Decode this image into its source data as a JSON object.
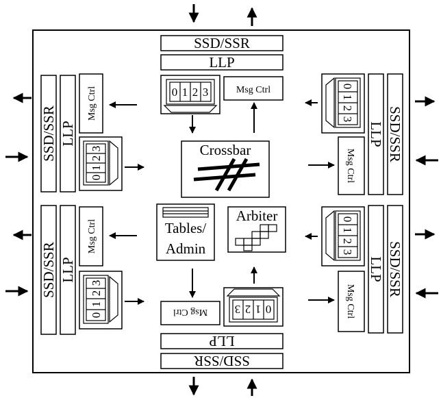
{
  "labels": {
    "ssd_ssr": "SSD/SSR",
    "llp": "LLP",
    "msg_ctrl": "Msg Ctrl",
    "crossbar": "Crossbar",
    "arbiter": "Arbiter",
    "tables_line1": "Tables/",
    "tables_line2": "Admin"
  },
  "buffer_slots": [
    "0",
    "1",
    "2",
    "3"
  ]
}
